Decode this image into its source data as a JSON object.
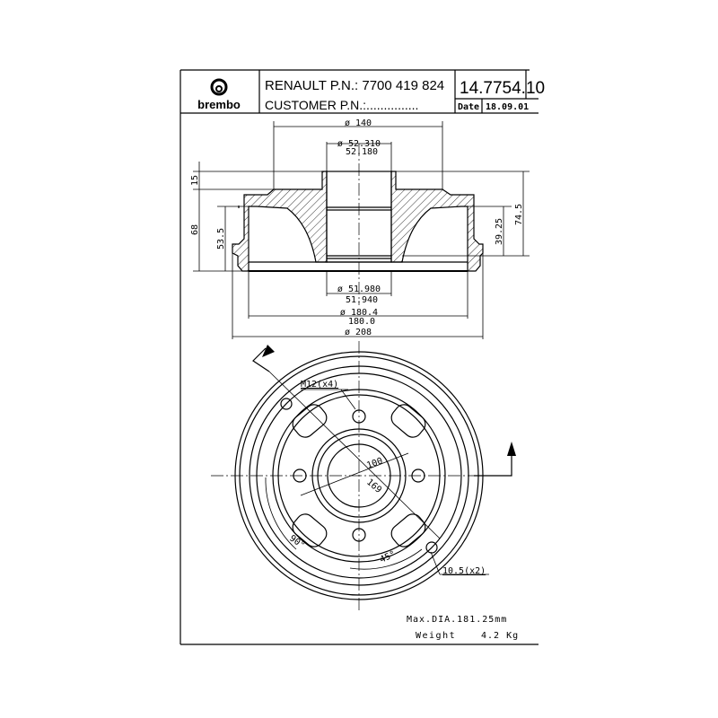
{
  "header": {
    "brand": "brembo",
    "oem_label": "RENAULT P.N.: 7700 419 824",
    "customer_label": "CUSTOMER P.N.:...............",
    "part_number": "14.7754.10",
    "date_label": "Date",
    "date_value": "18.09.01"
  },
  "side_view": {
    "dim_flange_dia": "ø 140",
    "dim_bore_top_1": "ø 52.310",
    "dim_bore_top_2": "52.180",
    "dim_bore_bot_1": "ø 51.980",
    "dim_bore_bot_2": "51.940",
    "dim_inner_1": "ø 180.4",
    "dim_inner_2": "180.0",
    "dim_outer": "ø 208",
    "dim_15": "15",
    "dim_68": "68",
    "dim_53_5": "53.5",
    "dim_39_25": "39.25",
    "dim_74_5": "74.5"
  },
  "front_view": {
    "thread_label": "M12(x4)",
    "pcd_label": "100",
    "dia_label": "169",
    "angle_90": "90°",
    "angle_45": "45°",
    "hole_label": "10.5(x2)"
  },
  "specs": {
    "max_dia": "Max.DIA.181.25mm",
    "weight_label": "Weight",
    "weight_value": "4.2 Kg"
  }
}
